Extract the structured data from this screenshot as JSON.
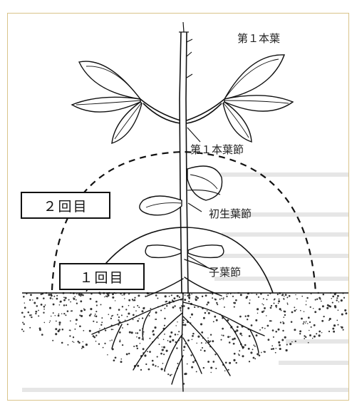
{
  "labels": {
    "first_true_leaf": "第１本葉",
    "first_true_leaf_node": "第１本葉節",
    "primary_leaf_node": "初生葉節",
    "cotyledon_node": "子葉節"
  },
  "boxes": {
    "second_pass": "２回目",
    "first_pass": "１回目"
  },
  "colors": {
    "line": "#111111",
    "frame": "#d9c48a",
    "soil_dot": "#333333"
  }
}
